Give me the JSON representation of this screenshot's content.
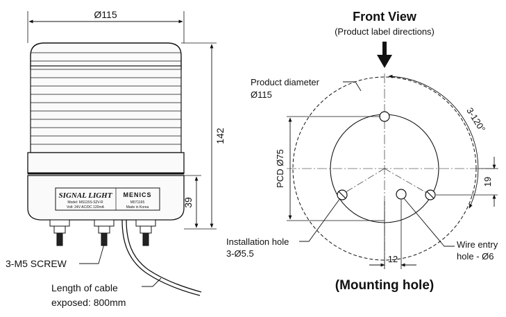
{
  "left": {
    "dim_diameter": "Ø115",
    "dim_height": "142",
    "dim_base": "39",
    "label_title": "SIGNAL LIGHT",
    "brand": "MENICS",
    "label_line1": "Model: MS115S-S2V-R",
    "label_line2": "Volt: 24V AC/DC 120mA",
    "label_line3": "M071165",
    "label_line4": "Made in Korea",
    "screw_label": "3-M5 SCREW",
    "cable_label_1": "Length of cable",
    "cable_label_2": "exposed: 800mm"
  },
  "right": {
    "front_view_title": "Front View",
    "front_view_sub": "(Product label directions)",
    "product_diameter_label": "Product diameter",
    "product_diameter_value": "Ø115",
    "angle_label": "3-120°",
    "pcd_label": "PCD Ø75",
    "dim_19": "19",
    "dim_12": "12",
    "install_hole_1": "Installation hole",
    "install_hole_2": "3-Ø5.5",
    "wire_entry_1": "Wire entry",
    "wire_entry_2": "hole - Ø6",
    "mounting_title": "(Mounting hole)"
  }
}
